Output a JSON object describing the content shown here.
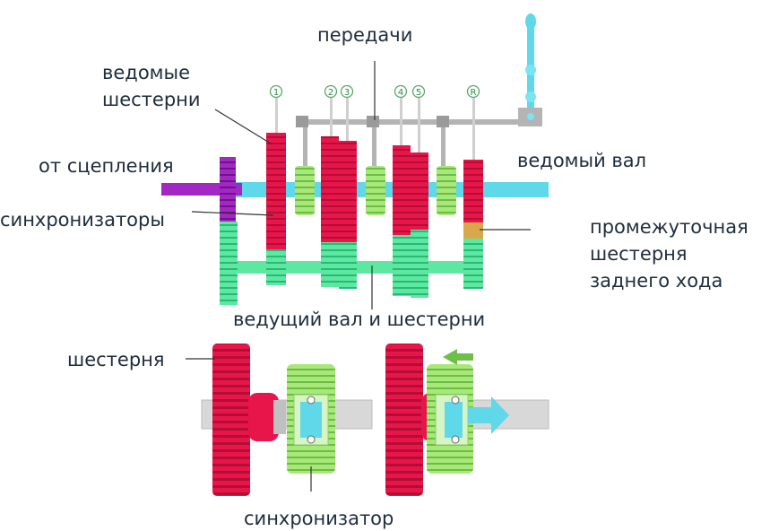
{
  "labels": {
    "driven_gears": [
      "ведомые",
      "шестерни"
    ],
    "gears": "передачи",
    "from_clutch": "от сцепления",
    "driven_shaft": "ведомый вал",
    "synchronizers": "синхронизаторы",
    "reverse_idler": [
      "промежуточная",
      "шестерня",
      "заднего хода"
    ],
    "drive_shaft_and_gears": "ведущий вал и шестерни",
    "gear": "шестерня",
    "synchronizer": "синхронизатор"
  },
  "gear_markers": [
    "1",
    "2",
    "3",
    "4",
    "5",
    "R"
  ],
  "colors": {
    "driven_gear": "#e8154a",
    "drive_shaft": "#5ce8a0",
    "driven_shaft": "#5fd8ea",
    "input_shaft": "#a327c2",
    "synchronizer": "#a8e878",
    "selector_rod": "#b4b4b4",
    "reverse_idler": "#d8a84a",
    "arrow": "#5fd8ea",
    "shift_arrow": "#6cc04a"
  }
}
